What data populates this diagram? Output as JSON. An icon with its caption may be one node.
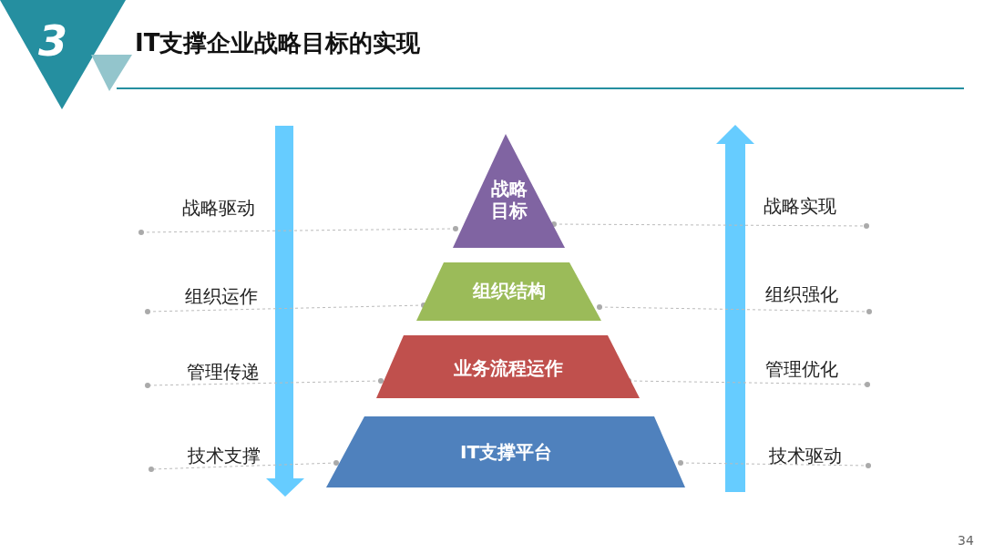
{
  "diagram": {
    "title": "IT支撑企业战略目标的实现",
    "nodes": [
      {
        "text": [
          "战略目标"
        ]
      },
      {
        "text": [
          "组织结构"
        ]
      },
      {
        "text": [
          "业务流程运作"
        ]
      },
      {
        "text": [
          "IT支撑平台"
        ]
      }
    ],
    "edges": [
      {
        "from": 0,
        "to": null,
        "arrow": "other",
        "style": "dashed"
      },
      {
        "from": 0,
        "to": null,
        "arrow": "other",
        "style": "dashed"
      },
      {
        "from": 1,
        "to": null,
        "arrow": "other",
        "style": "dashed"
      },
      {
        "from": 1,
        "to": null,
        "arrow": "other",
        "style": "dashed"
      },
      {
        "from": 2,
        "to": null,
        "arrow": "other",
        "style": "dashed"
      },
      {
        "from": 2,
        "to": null,
        "arrow": "other",
        "style": "dashed"
      },
      {
        "from": 3,
        "to": null,
        "arrow": "other",
        "style": "dashed"
      },
      {
        "from": 3,
        "to": null,
        "arrow": "other",
        "style": "dashed"
      }
    ],
    "labels": [
      "3",
      "战略驱动",
      "战略实现",
      "组织运作",
      "组织强化",
      "管理传递",
      "管理优化",
      "技术支撑",
      "技术驱动",
      "34"
    ]
  }
}
